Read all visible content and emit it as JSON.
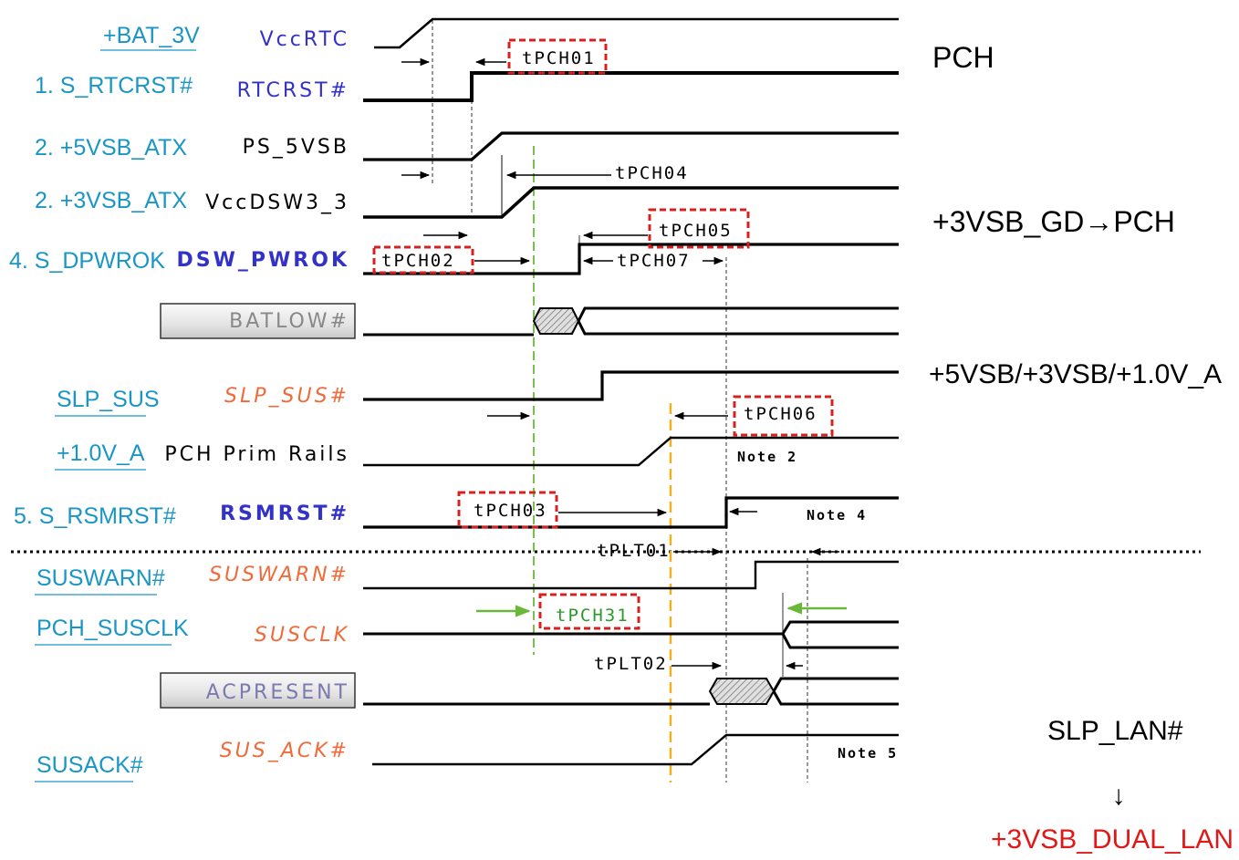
{
  "colors": {
    "label_cyan": "#1a96c6",
    "signal_blue": "#3232c8",
    "signal_orange": "#f06a3a",
    "timing_red": "#d92020",
    "guide_green": "#6ab83a",
    "guide_orange": "#f0b020",
    "wave": "#000000"
  },
  "left_labels": [
    {
      "id": "bat-3v",
      "text": "+BAT_3V",
      "underline": true
    },
    {
      "id": "s-rtcrst",
      "text": "1. S_RTCRST#",
      "underline": false
    },
    {
      "id": "5vsb-atx",
      "text": "2. +5VSB_ATX",
      "underline": false
    },
    {
      "id": "3vsb-atx",
      "text": "2. +3VSB_ATX",
      "underline": false
    },
    {
      "id": "s-dpwrok",
      "text": "4. S_DPWROK",
      "underline": false
    },
    {
      "id": "slp-sus",
      "text": "SLP_SUS",
      "underline": true
    },
    {
      "id": "1v0-a",
      "text": "+1.0V_A",
      "underline": true
    },
    {
      "id": "s-rsmrst",
      "text": "5. S_RSMRST#",
      "underline": false
    },
    {
      "id": "suswarn",
      "text": "SUSWARN#",
      "underline": true
    },
    {
      "id": "pch-susclk",
      "text": "PCH_SUSCLK",
      "underline": true
    },
    {
      "id": "susack",
      "text": "SUSACK#",
      "underline": true
    }
  ],
  "signals": [
    {
      "id": "vccrtc",
      "text": "VccRTC",
      "style": "blue"
    },
    {
      "id": "rtcrst",
      "text": "RTCRST#",
      "style": "blue"
    },
    {
      "id": "ps-5vsb",
      "text": "PS_5VSB",
      "style": "black"
    },
    {
      "id": "vccdsw",
      "text": "VccDSW3_3",
      "style": "black"
    },
    {
      "id": "dsw-pwrok",
      "text": "DSW_PWROK",
      "style": "blue"
    },
    {
      "id": "batlow",
      "text": "BATLOW#",
      "style": "boxed"
    },
    {
      "id": "slp-sus-n",
      "text": "SLP_SUS#",
      "style": "orange"
    },
    {
      "id": "pch-prim",
      "text": "PCH Prim Rails",
      "style": "black"
    },
    {
      "id": "rsmrst",
      "text": "RSMRST#",
      "style": "blue"
    },
    {
      "id": "suswarn-n",
      "text": "SUSWARN#",
      "style": "orange"
    },
    {
      "id": "susclk",
      "text": "SUSCLK",
      "style": "orange"
    },
    {
      "id": "acpresent",
      "text": "ACPRESENT",
      "style": "boxed"
    },
    {
      "id": "sus-ack",
      "text": "SUS_ACK#",
      "style": "orange"
    }
  ],
  "timings": {
    "tpch01": "tPCH01",
    "tpch02": "tPCH02",
    "tpch03": "tPCH03",
    "tpch04": "tPCH04",
    "tpch05": "tPCH05",
    "tpch06": "tPCH06",
    "tpch07": "tPCH07",
    "tpch31": "tPCH31",
    "tplt01": "tPLT01",
    "tplt02": "tPLT02"
  },
  "notes": {
    "note2": "Note 2",
    "note4": "Note 4",
    "note5": "Note 5"
  },
  "right_annotations": {
    "pch": "PCH",
    "gd": "+3VSB_GD→PCH",
    "rails": "+5VSB/+3VSB/+1.0V_A",
    "slp_lan": "SLP_LAN#",
    "arrow": "↓",
    "dual_lan": "+3VSB_DUAL_LAN"
  }
}
